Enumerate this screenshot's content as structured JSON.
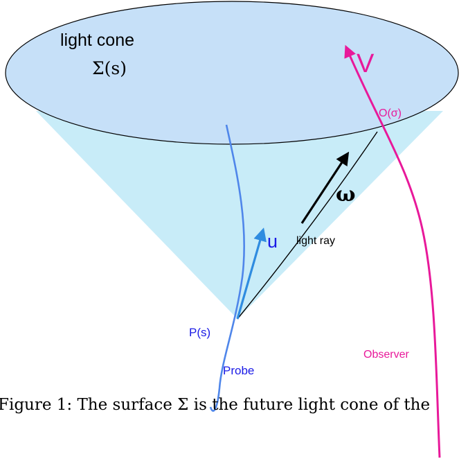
{
  "labels": {
    "cone_title": "light cone",
    "cone_sigma": "Σ(s)",
    "observer_velocity": "V",
    "observer_event": "O(σ)",
    "omega": "ω",
    "probe_velocity": "u",
    "light_ray": "light ray",
    "probe_event": "P(s)",
    "probe": "Probe",
    "observer": "Observer"
  },
  "caption": "Figure 1: The surface Σ is the future light cone of the",
  "colors": {
    "cone_fill": "#cce6f9",
    "cone_side_fill": "#bfe9f7",
    "outline": "#000000",
    "probe": "#4f86ea",
    "probe_label": "#1a1ae6",
    "observer": "#e8199a",
    "light_ray": "#000000"
  }
}
